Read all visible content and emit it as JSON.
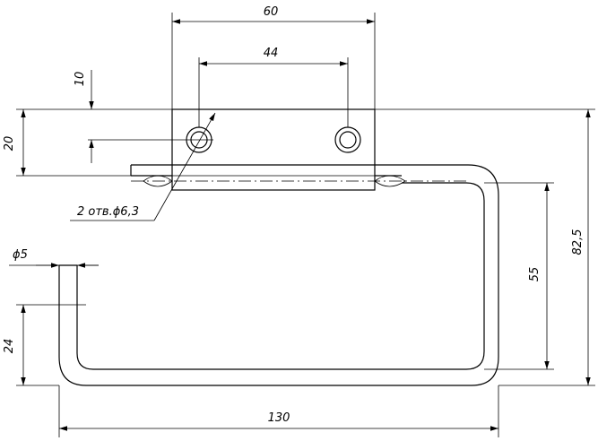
{
  "drawing": {
    "dimensions": {
      "plate_width": "60",
      "hole_spacing": "44",
      "hole_offset": "10",
      "plate_height": "20",
      "holes_note": "2 отв.ϕ6,3",
      "rod_diameter": "ϕ5",
      "inner_height": "55",
      "overall_height": "82,5",
      "end_offset": "24",
      "overall_length": "130"
    }
  }
}
